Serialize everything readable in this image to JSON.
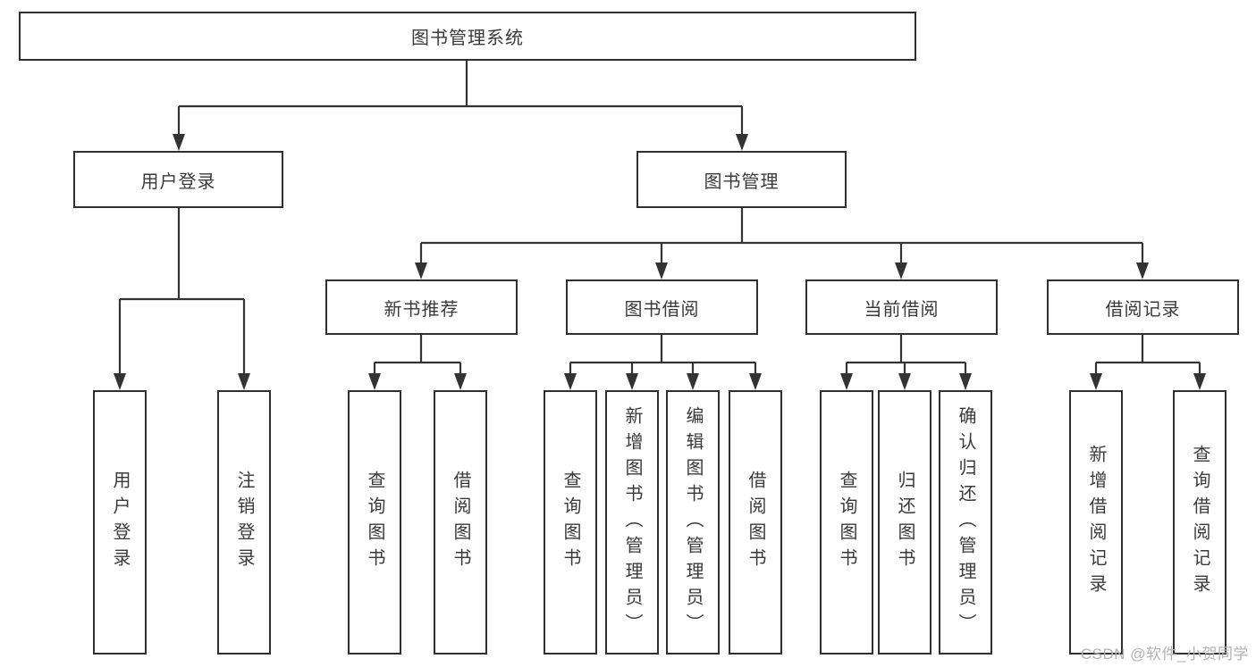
{
  "diagram": {
    "type": "hierarchy-tree",
    "root": {
      "label": "图书管理系统",
      "children": [
        {
          "label": "用户登录",
          "children": [
            {
              "label": "用户登录"
            },
            {
              "label": "注销登录"
            }
          ]
        },
        {
          "label": "图书管理",
          "children": [
            {
              "label": "新书推荐",
              "children": [
                {
                  "label": "查询图书"
                },
                {
                  "label": "借阅图书"
                }
              ]
            },
            {
              "label": "图书借阅",
              "children": [
                {
                  "label": "查询图书"
                },
                {
                  "label": "新增图书（管理员）"
                },
                {
                  "label": "编辑图书（管理员）"
                },
                {
                  "label": "借阅图书"
                }
              ]
            },
            {
              "label": "当前借阅",
              "children": [
                {
                  "label": "查询图书"
                },
                {
                  "label": "归还图书"
                },
                {
                  "label": "确认归还（管理员）"
                }
              ]
            },
            {
              "label": "借阅记录",
              "children": [
                {
                  "label": "新增借阅记录"
                },
                {
                  "label": "查询借阅记录"
                }
              ]
            }
          ]
        }
      ]
    }
  },
  "watermark": {
    "text": "CSDN @软件_小贺同学"
  },
  "colors": {
    "background": "#ffffff",
    "line": "#333333",
    "box_border": "#2f2f2f",
    "text": "#3a3a3a",
    "watermark": "#b3b3b6"
  }
}
